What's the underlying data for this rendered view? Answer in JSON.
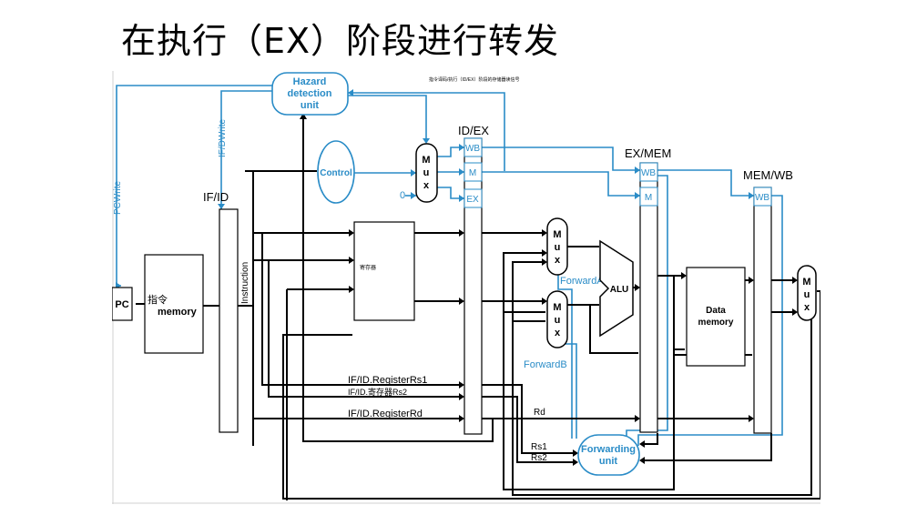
{
  "title": "在执行（EX）阶段进行转发",
  "diagram": {
    "note": "指令译码/执行（ID/EX）阶段的存储器读信号",
    "blocks": {
      "pc": "PC",
      "instruction_memory": [
        "指令",
        "memory"
      ],
      "hazard_unit": [
        "Hazard",
        "detection",
        "unit"
      ],
      "control": "Control",
      "registers": "寄存器",
      "alu": "ALU",
      "data_memory": [
        "Data",
        "memory"
      ],
      "forwarding_unit": [
        "Forwarding",
        "unit"
      ],
      "mux_letters": [
        "M",
        "u",
        "x"
      ]
    },
    "pipeline_regs": {
      "if_id": "IF/ID",
      "id_ex": "ID/EX",
      "ex_mem": "EX/MEM",
      "mem_wb": "MEM/WB"
    },
    "stage_fields": {
      "wb": "WB",
      "m": "M",
      "ex": "EX"
    },
    "signals": {
      "pc_write": "PCWrite",
      "if_id_write": "IF/DWrite",
      "instruction": "Instruction",
      "zero": "0",
      "forward_a": "ForwardA",
      "forward_b": "ForwardB",
      "rs1_field": "IF/ID.RegisterRs1",
      "rs2_field": "IF/ID.寄存器Rs2",
      "rd_field": "IF/ID.RegisterRd",
      "rd": "Rd",
      "rs1": "Rs1",
      "rs2": "Rs2"
    },
    "colors": {
      "control_blue": "#2a8cc7",
      "datapath": "#000000"
    }
  }
}
